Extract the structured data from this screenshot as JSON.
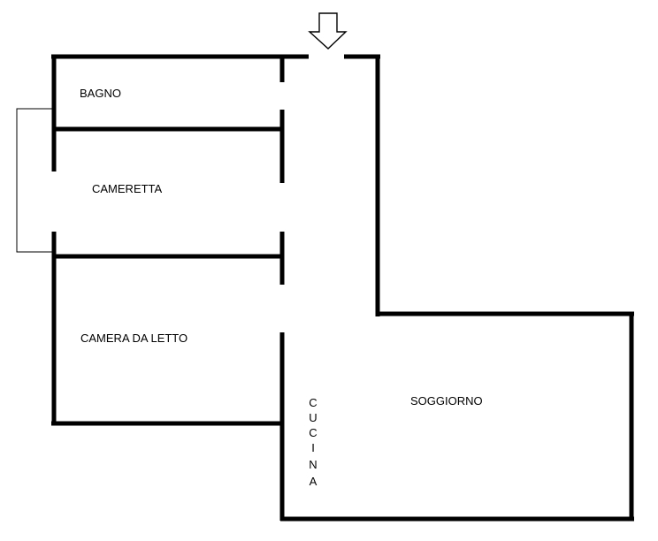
{
  "rooms": {
    "bagno": "BAGNO",
    "cameretta": "CAMERETTA",
    "camera_da_letto": "CAMERA DA LETTO",
    "soggiorno": "SOGGIORNO",
    "cucina_letters": [
      "C",
      "U",
      "C",
      "I",
      "N",
      "A"
    ]
  },
  "icons": {
    "entrance": "entrance-arrow-icon"
  },
  "colors": {
    "walls": "#000000",
    "background": "#ffffff"
  }
}
